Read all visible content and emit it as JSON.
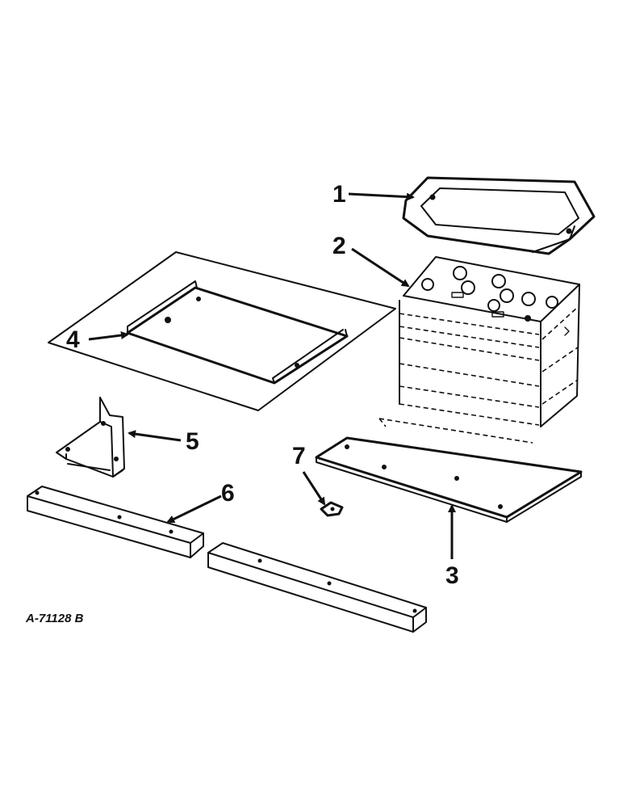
{
  "figure_id": "A-71128 B",
  "callouts": {
    "c1": "1",
    "c2": "2",
    "c3": "3",
    "c4": "4",
    "c5": "5",
    "c6": "6",
    "c7": "7"
  }
}
